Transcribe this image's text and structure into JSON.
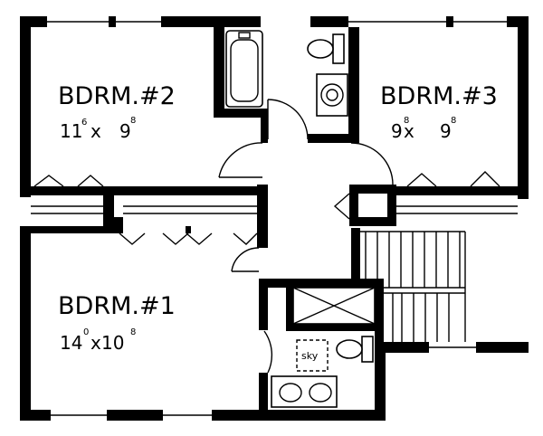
{
  "rooms": {
    "bdrm2": {
      "name": "BDRM.#2",
      "w_ft": "11",
      "w_in": "6",
      "x": "x",
      "l_ft": "9",
      "l_in": "8"
    },
    "bdrm3": {
      "name": "BDRM.#3",
      "w_ft": "9",
      "w_in": "8",
      "x": "x",
      "l_ft": "9",
      "l_in": "8"
    },
    "bdrm1": {
      "name": "BDRM.#1",
      "w_ft": "14",
      "w_in": "0",
      "x": "x",
      "l_ft": "10",
      "l_in": "8"
    }
  },
  "skylight": {
    "label": "sky"
  }
}
